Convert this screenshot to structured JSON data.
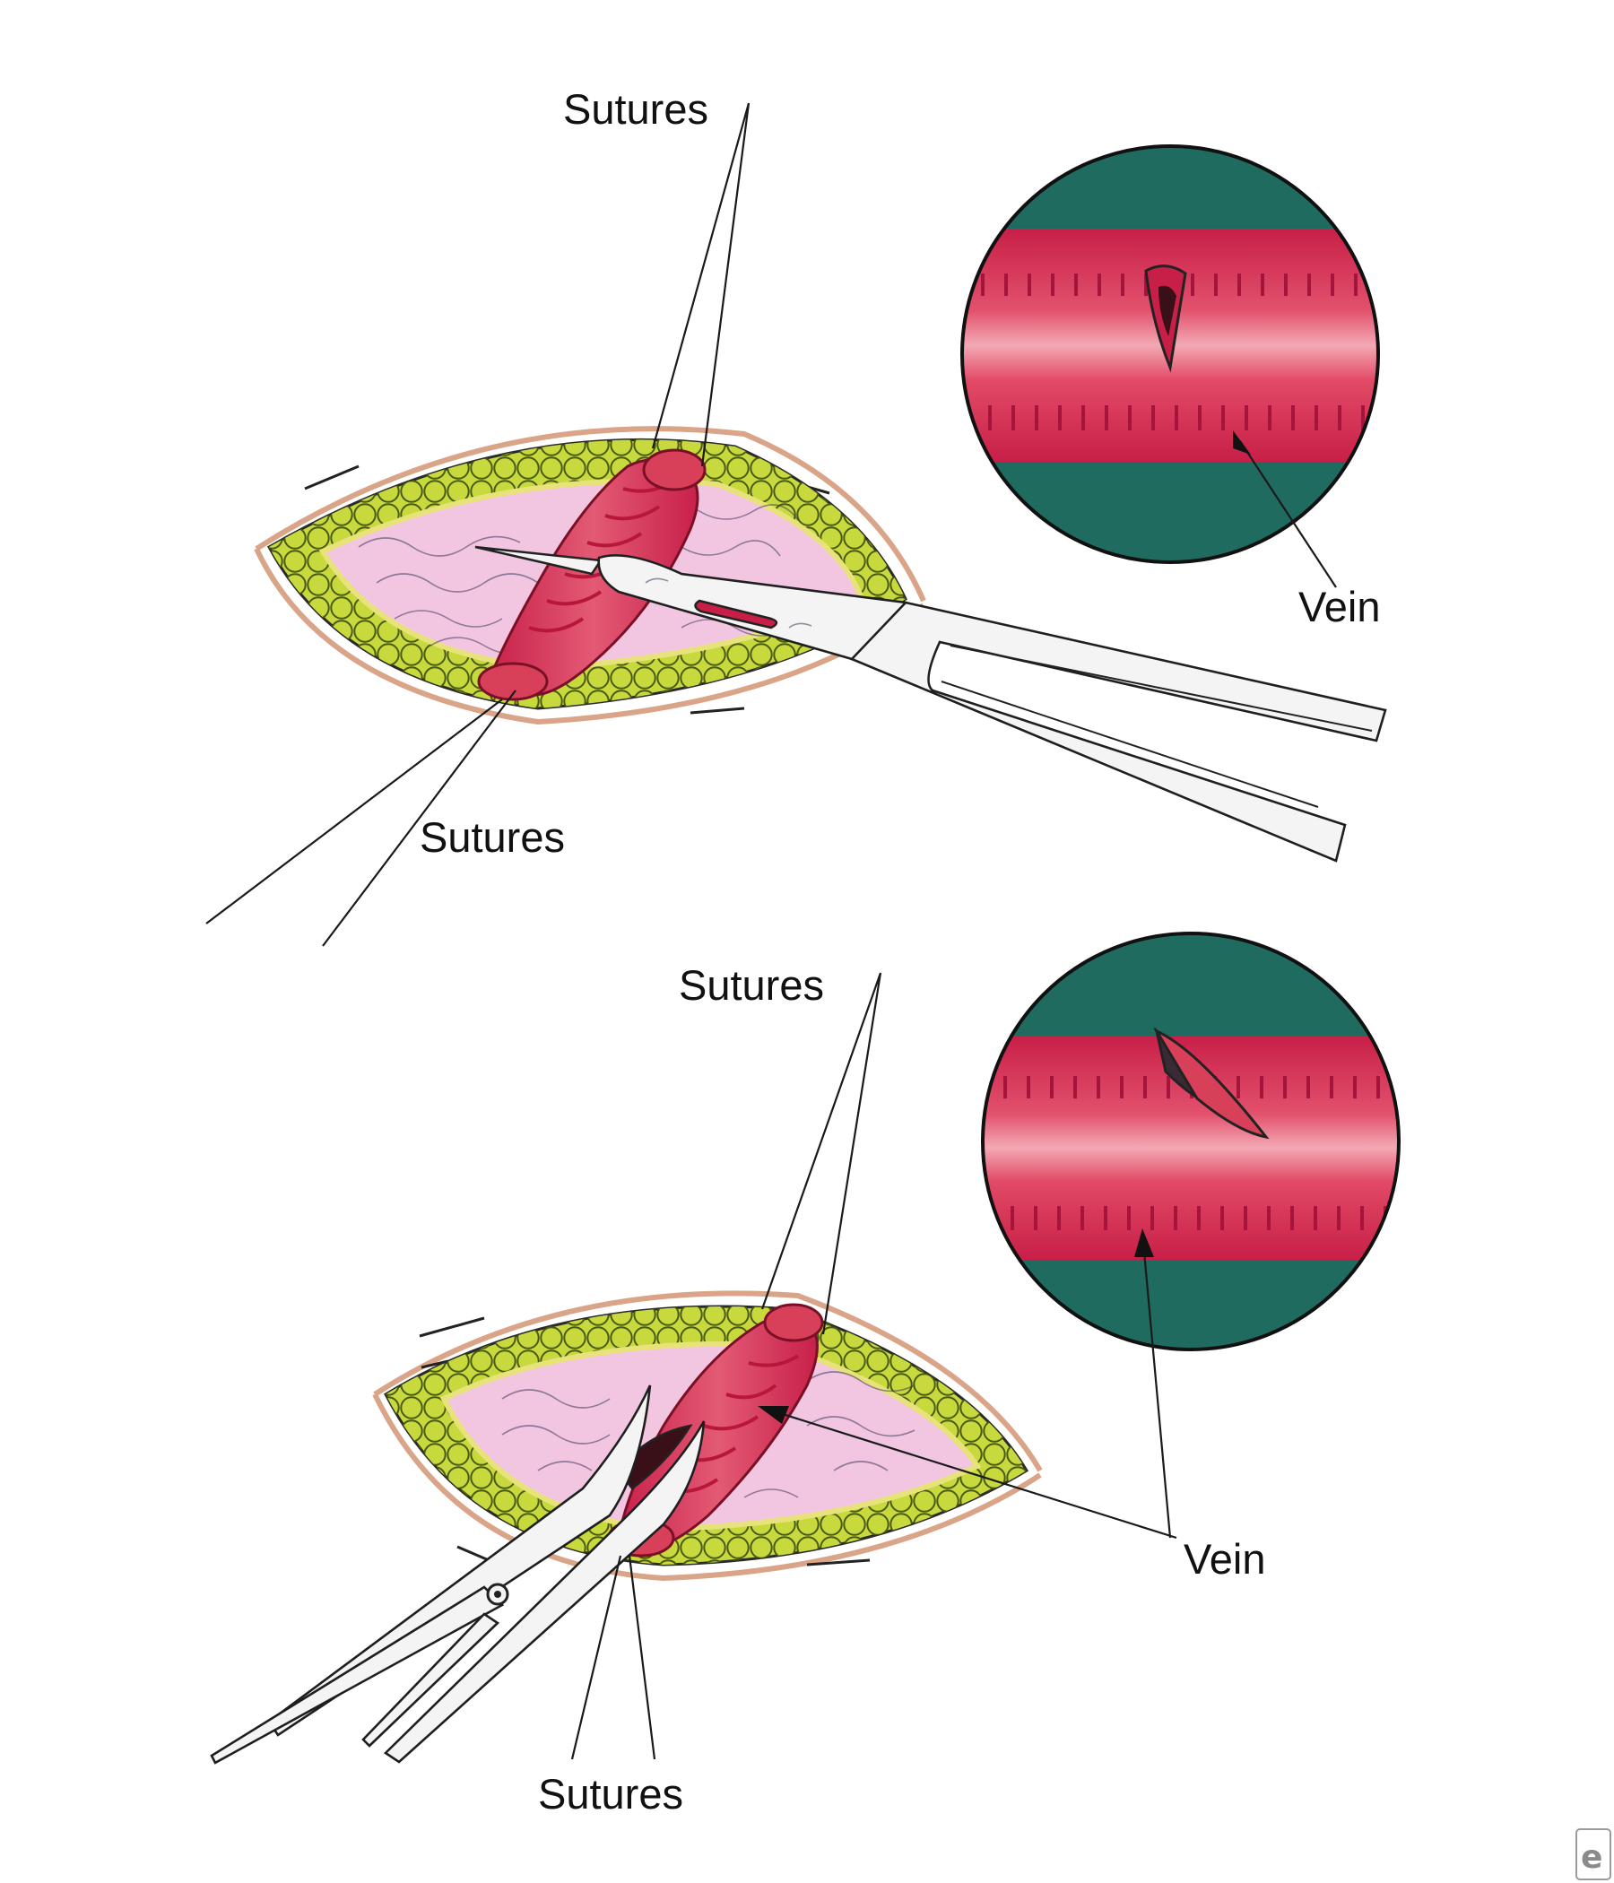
{
  "labels": {
    "top_sutures_upper": "Sutures",
    "top_sutures_lower": "Sutures",
    "top_vein": "Vein",
    "bottom_sutures_upper": "Sutures",
    "bottom_sutures_lower": "Sutures",
    "bottom_vein": "Vein"
  },
  "colors": {
    "vein": "#d8405a",
    "vein_dark": "#b8163a",
    "vein_light": "#f1a4b0",
    "fat": "#c7d93c",
    "tissue": "#f2c6e1",
    "inset_background": "#1f6b5f",
    "skin_edge": "#d9a487"
  },
  "icons": {
    "corner_logo": "e-logo-icon"
  }
}
